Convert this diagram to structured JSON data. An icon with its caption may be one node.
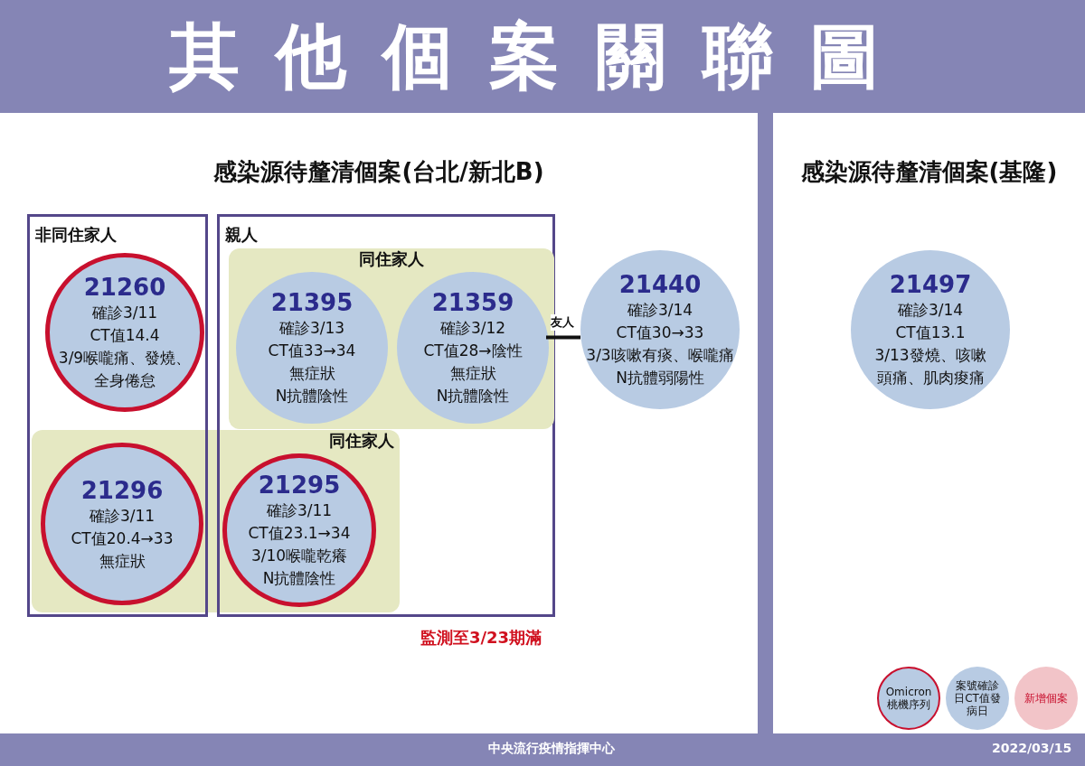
{
  "diagram": {
    "title": "其他個案關聯圖",
    "nodes": [
      {
        "text": [
          "感染源待釐清個案(台北/新北B)"
        ]
      },
      {
        "text": [
          "非同住家人"
        ],
        "in": 0
      },
      {
        "text": [
          "親人"
        ],
        "in": 0
      },
      {
        "text": [
          "同住家人"
        ],
        "in": 2
      },
      {
        "text": [
          "同住家人"
        ],
        "in": 0
      },
      {
        "text": [
          "21260",
          "確診3/11",
          "CT值14.4",
          "3/9喉嚨痛、發燒、全身倦怠"
        ],
        "in": 1
      },
      {
        "text": [
          "21395",
          "確診3/13",
          "CT值33→34",
          "無症狀",
          "N抗體陰性"
        ],
        "in": 3
      },
      {
        "text": [
          "21359",
          "確診3/12",
          "CT值28→陰性",
          "無症狀",
          "N抗體陰性"
        ],
        "in": 3
      },
      {
        "text": [
          "21440",
          "確診3/14",
          "CT值30→33",
          "3/3咳嗽有痰、喉嚨痛",
          "N抗體弱陽性"
        ],
        "in": 0
      },
      {
        "text": [
          "21296",
          "確診3/11",
          "CT值20.4→33",
          "無症狀"
        ]
      },
      {
        "text": [
          "21295",
          "確診3/11",
          "CT值23.1→34",
          "3/10喉嚨乾癢",
          "N抗體陰性"
        ]
      },
      {
        "text": [
          "感染源待釐清個案(基隆)"
        ]
      },
      {
        "text": [
          "21497",
          "確診3/14",
          "CT值13.1",
          "3/13發燒、咳嗽",
          "頭痛、肌肉痠痛"
        ],
        "in": 11
      }
    ],
    "edges": [
      {
        "from": 7,
        "to": 8,
        "arrow": "none",
        "label": "友人"
      }
    ],
    "labels": [
      "監測至3/23期滿",
      "中央流行疫情指揮中心",
      "2022/03/15"
    ],
    "legend": [
      {
        "text": "Omicron桃機序列"
      },
      {
        "text": "案號確診日CT值發病日",
        "color": "#b8cbe3"
      },
      {
        "text": "新增個案",
        "color": "#f2c4c8"
      }
    ]
  }
}
